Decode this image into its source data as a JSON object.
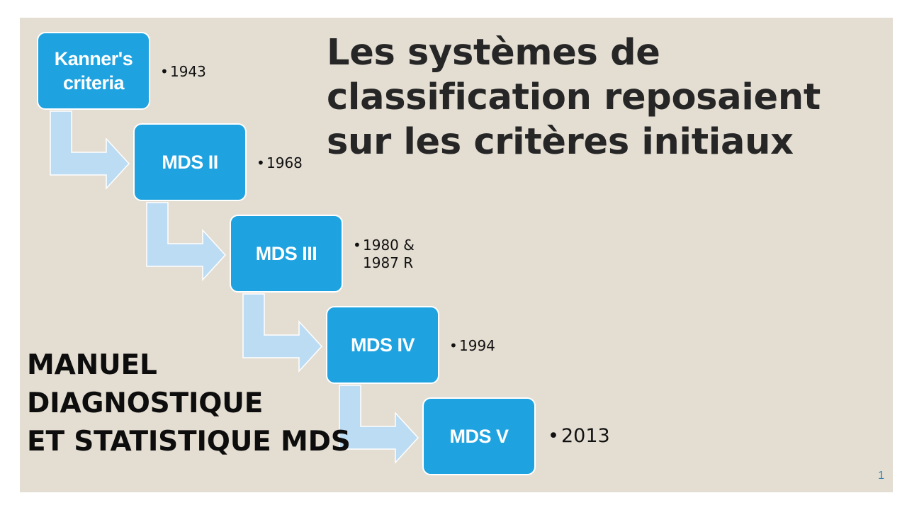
{
  "slide": {
    "title": "Les systèmes de classification reposaient sur les critères initiaux",
    "subtitle_lines": [
      "MANUEL",
      "DIAGNOSTIQUE",
      "ET STATISTIQUE MDS"
    ],
    "slide_number": "1"
  },
  "timeline": [
    {
      "label": "Kanner's criteria",
      "year": "1943"
    },
    {
      "label": "MDS II",
      "year": "1968"
    },
    {
      "label": "MDS III",
      "year": "1980 & 1987 R"
    },
    {
      "label": "MDS IV",
      "year": "1994"
    },
    {
      "label": "MDS V",
      "year": "2013"
    }
  ],
  "colors": {
    "background": "#e4ddd2",
    "step_fill": "#1fa3e0",
    "arrow_fill": "#bcdcf3",
    "title_text": "#262626"
  }
}
